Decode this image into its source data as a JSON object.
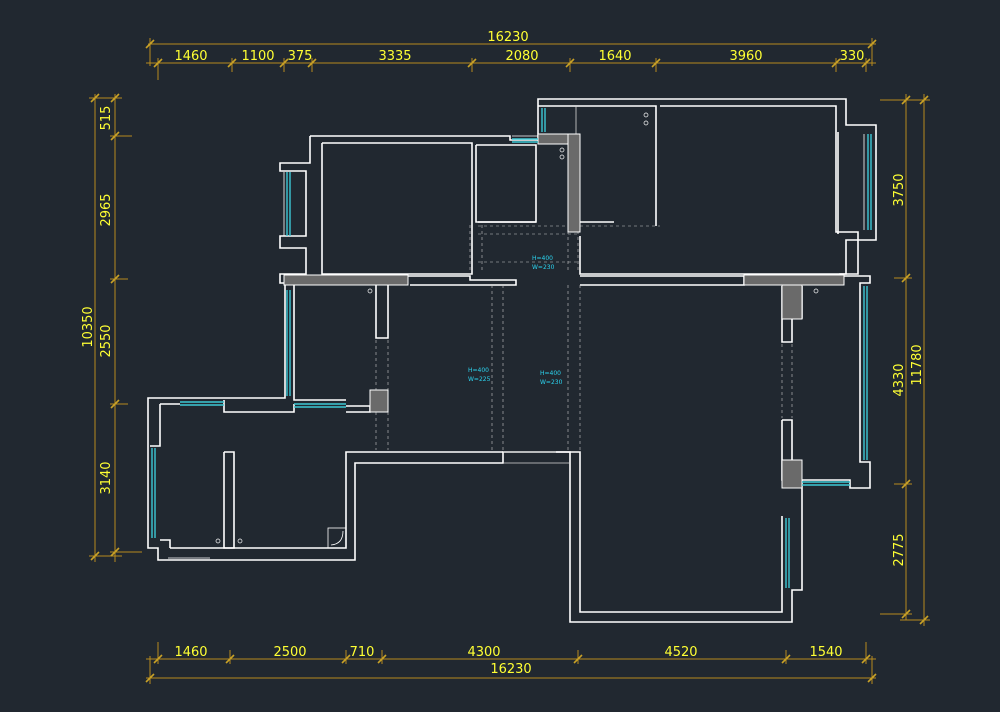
{
  "dimensions": {
    "top_total": "16230",
    "top_segments": [
      "1460",
      "1100",
      "375",
      "3335",
      "2080",
      "1640",
      "3960",
      "330"
    ],
    "bottom_total": "16230",
    "bottom_segments": [
      "1460",
      "2500",
      "710",
      "4300",
      "4520",
      "1540"
    ],
    "left_total": "10350",
    "left_segments": [
      "515",
      "2965",
      "2550",
      "3140"
    ],
    "right_total": "11780",
    "right_segments": [
      "3750",
      "4330",
      "2775"
    ]
  },
  "beam_labels": [
    {
      "h": "H=400",
      "w": "W=230"
    },
    {
      "h": "H=400",
      "w": "W=225"
    },
    {
      "h": "H=400",
      "w": "W=230"
    }
  ],
  "colors": {
    "background": "#212830",
    "dimension_text": "#ffff33",
    "dimension_line": "#b88a1e",
    "wall": "#ffffff",
    "window": "#3ec9d6",
    "column_fill": "#6a6a6a",
    "beam_text": "#2bd4f0"
  }
}
